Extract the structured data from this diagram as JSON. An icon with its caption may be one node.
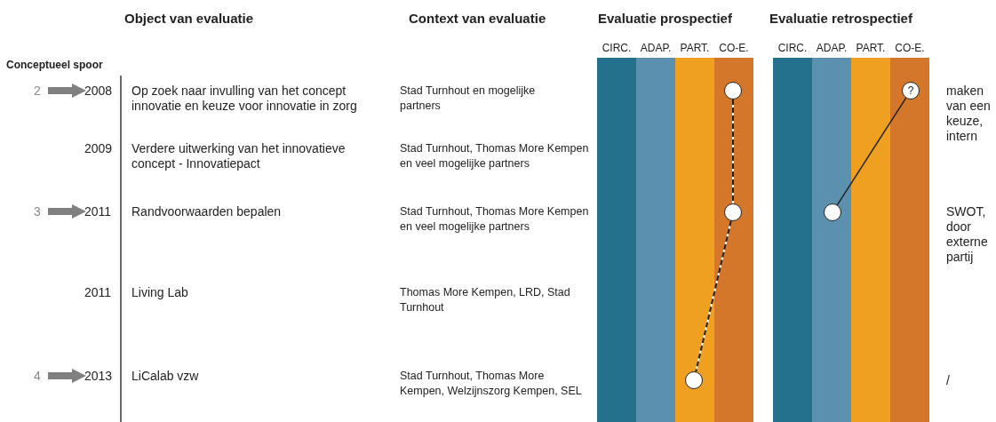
{
  "diagram": {
    "nodes": [
      {
        "text": [
          "2"
        ]
      },
      {
        "text": [
          "2008"
        ]
      },
      {
        "text": [
          "3"
        ]
      },
      {
        "text": [
          "2011"
        ]
      },
      {
        "text": [
          "4"
        ]
      },
      {
        "text": [
          "2013"
        ]
      },
      {
        "text": [],
        "shape": "circle"
      },
      {
        "text": [],
        "shape": "circle"
      },
      {
        "text": [],
        "shape": "circle"
      },
      {
        "text": [
          "?"
        ]
      },
      {
        "text": [],
        "shape": "circle"
      }
    ],
    "edges": [
      {
        "from": 0,
        "to": 1,
        "arrow": "to",
        "style": "thick",
        "color": "#808080"
      },
      {
        "from": 2,
        "to": 3,
        "arrow": "to",
        "style": "thick",
        "color": "#808080"
      },
      {
        "from": 4,
        "to": 5,
        "arrow": "to",
        "style": "thick",
        "color": "#808080"
      },
      {
        "from": 6,
        "to": 7,
        "arrow": "none",
        "style": "dashed",
        "color": "#222222"
      },
      {
        "from": 7,
        "to": 8,
        "arrow": "none",
        "style": "dashed",
        "color": "#222222"
      },
      {
        "from": 9,
        "to": 10,
        "arrow": "none",
        "color": "#222222"
      }
    ],
    "labels": [
      "Object van evaluatie",
      "Context van evaluatie",
      "Evaluatie prospectief",
      "Evaluatie retrospectief",
      "CIRC.",
      "ADAP.",
      "PART.",
      "CO-E.",
      "CIRC.",
      "ADAP.",
      "PART.",
      "CO-E.",
      "Conceptueel spoor",
      "Op zoek naar invulling van het concept innovatie en keuze voor innovatie in zorg",
      "Stad Turnhout en mogelijke partners",
      "maken van een keuze, intern",
      "2009",
      "Verdere uitwerking van het innovatieve concept - Innovatiepact",
      "Stad Turnhout, Thomas More Kempen en veel mogelijke partners",
      "Randvoorwaarden bepalen",
      "Stad Turnhout, Thomas More Kempen en veel mogelijke partners",
      "SWOT, door externe partij",
      "2011",
      "Living Lab",
      "Thomas More Kempen, LRD, Stad Turnhout",
      "LiCalab vzw",
      "Stad Turnhout, Thomas More Kempen, Welzijnszorg Kempen, SEL",
      "/"
    ]
  }
}
